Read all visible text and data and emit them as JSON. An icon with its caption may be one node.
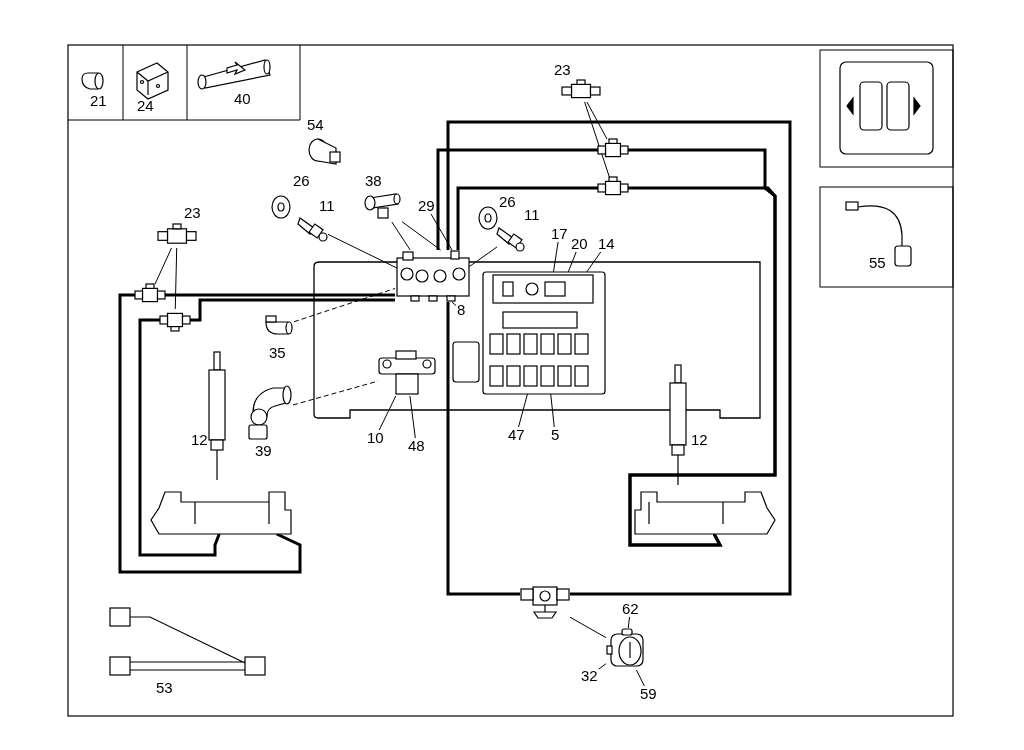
{
  "diagram": {
    "nodes": [
      {
        "text": [
          "23"
        ]
      },
      {
        "text": [
          "23"
        ]
      },
      {
        "text": [
          "29"
        ]
      },
      {
        "text": [
          "8"
        ]
      },
      {
        "text": [
          "17"
        ]
      },
      {
        "text": [
          "20"
        ]
      },
      {
        "text": [
          "14"
        ]
      },
      {
        "text": [
          "47"
        ]
      },
      {
        "text": [
          "5"
        ]
      },
      {
        "text": [
          "10"
        ]
      },
      {
        "text": [
          "48"
        ]
      },
      {
        "text": [
          "62"
        ]
      },
      {
        "text": [
          "32"
        ]
      },
      {
        "text": [
          "59"
        ]
      },
      {
        "text": [],
        "shape": "picture"
      },
      {
        "text": [
          "11"
        ]
      },
      {
        "text": [
          "11"
        ]
      },
      {
        "text": [
          "38"
        ]
      },
      {
        "text": [
          "35"
        ]
      },
      {
        "text": [
          "39"
        ]
      },
      {
        "text": [],
        "shape": "picture"
      },
      {
        "text": [],
        "shape": "picture"
      },
      {
        "text": [],
        "shape": "picture"
      },
      {
        "text": [],
        "shape": "picture"
      },
      {
        "text": [],
        "shape": "picture"
      },
      {
        "text": [],
        "shape": "picture"
      },
      {
        "text": [],
        "shape": "picture"
      },
      {
        "text": [],
        "shape": "picture"
      },
      {
        "text": [],
        "shape": "picture"
      },
      {
        "text": [],
        "shape": "picture"
      },
      {
        "text": [
          "21"
        ]
      },
      {
        "text": [
          "24"
        ]
      },
      {
        "text": [
          "40"
        ]
      },
      {
        "text": [
          "54"
        ]
      },
      {
        "text": [
          "26"
        ]
      },
      {
        "text": [
          "26"
        ]
      },
      {
        "text": [
          "12"
        ]
      },
      {
        "text": [
          "12"
        ]
      },
      {
        "text": [],
        "shape": "picture"
      },
      {
        "text": [
          "55"
        ]
      },
      {
        "text": [
          "53"
        ]
      }
    ],
    "edges": [
      {
        "from": 0,
        "to": 24,
        "arrow": "none"
      },
      {
        "from": 0,
        "to": 25,
        "arrow": "none"
      },
      {
        "from": 1,
        "to": 26,
        "arrow": "none"
      },
      {
        "from": 1,
        "to": 27,
        "arrow": "none"
      },
      {
        "from": 2,
        "to": 14,
        "arrow": "none"
      },
      {
        "from": 3,
        "to": 14,
        "arrow": "none"
      },
      {
        "from": 4,
        "to": 23,
        "arrow": "none"
      },
      {
        "from": 5,
        "to": 23,
        "arrow": "none"
      },
      {
        "from": 6,
        "to": 23,
        "arrow": "none"
      },
      {
        "from": 7,
        "to": 23,
        "arrow": "none"
      },
      {
        "from": 8,
        "to": 23,
        "arrow": "none"
      },
      {
        "from": 9,
        "to": 20,
        "arrow": "none"
      },
      {
        "from": 10,
        "to": 20,
        "arrow": "none"
      },
      {
        "from": 11,
        "to": 22,
        "arrow": "none"
      },
      {
        "from": 12,
        "to": 22,
        "arrow": "none"
      },
      {
        "from": 13,
        "to": 22,
        "arrow": "none"
      },
      {
        "from": 15,
        "to": 14,
        "arrow": "none"
      },
      {
        "from": 16,
        "to": 14,
        "arrow": "none"
      },
      {
        "from": 17,
        "to": 14,
        "arrow": "none"
      },
      {
        "from": 17,
        "to": 14,
        "arrow": "none"
      },
      {
        "from": 18,
        "to": 14,
        "arrow": "none",
        "style": "dashed"
      },
      {
        "from": 19,
        "to": 20,
        "arrow": "none",
        "style": "dashed"
      },
      {
        "from": 21,
        "to": 22,
        "arrow": "none"
      },
      {
        "from": 26,
        "to": 14,
        "arrow": "none",
        "style": "thick"
      },
      {
        "from": 27,
        "to": 14,
        "arrow": "none",
        "style": "thick"
      },
      {
        "from": 26,
        "to": 28,
        "arrow": "none",
        "style": "thick"
      },
      {
        "from": 27,
        "to": 28,
        "arrow": "none",
        "style": "thick"
      },
      {
        "from": 14,
        "to": 24,
        "arrow": "none",
        "style": "thick"
      },
      {
        "from": 14,
        "to": 25,
        "arrow": "none",
        "style": "thick"
      },
      {
        "from": 24,
        "to": 29,
        "arrow": "none",
        "style": "thick"
      },
      {
        "from": 25,
        "to": 29,
        "arrow": "none",
        "style": "thick"
      },
      {
        "from": 14,
        "to": 21,
        "arrow": "none",
        "style": "thick"
      },
      {
        "from": 14,
        "to": 21,
        "arrow": "none",
        "style": "thick"
      }
    ]
  }
}
